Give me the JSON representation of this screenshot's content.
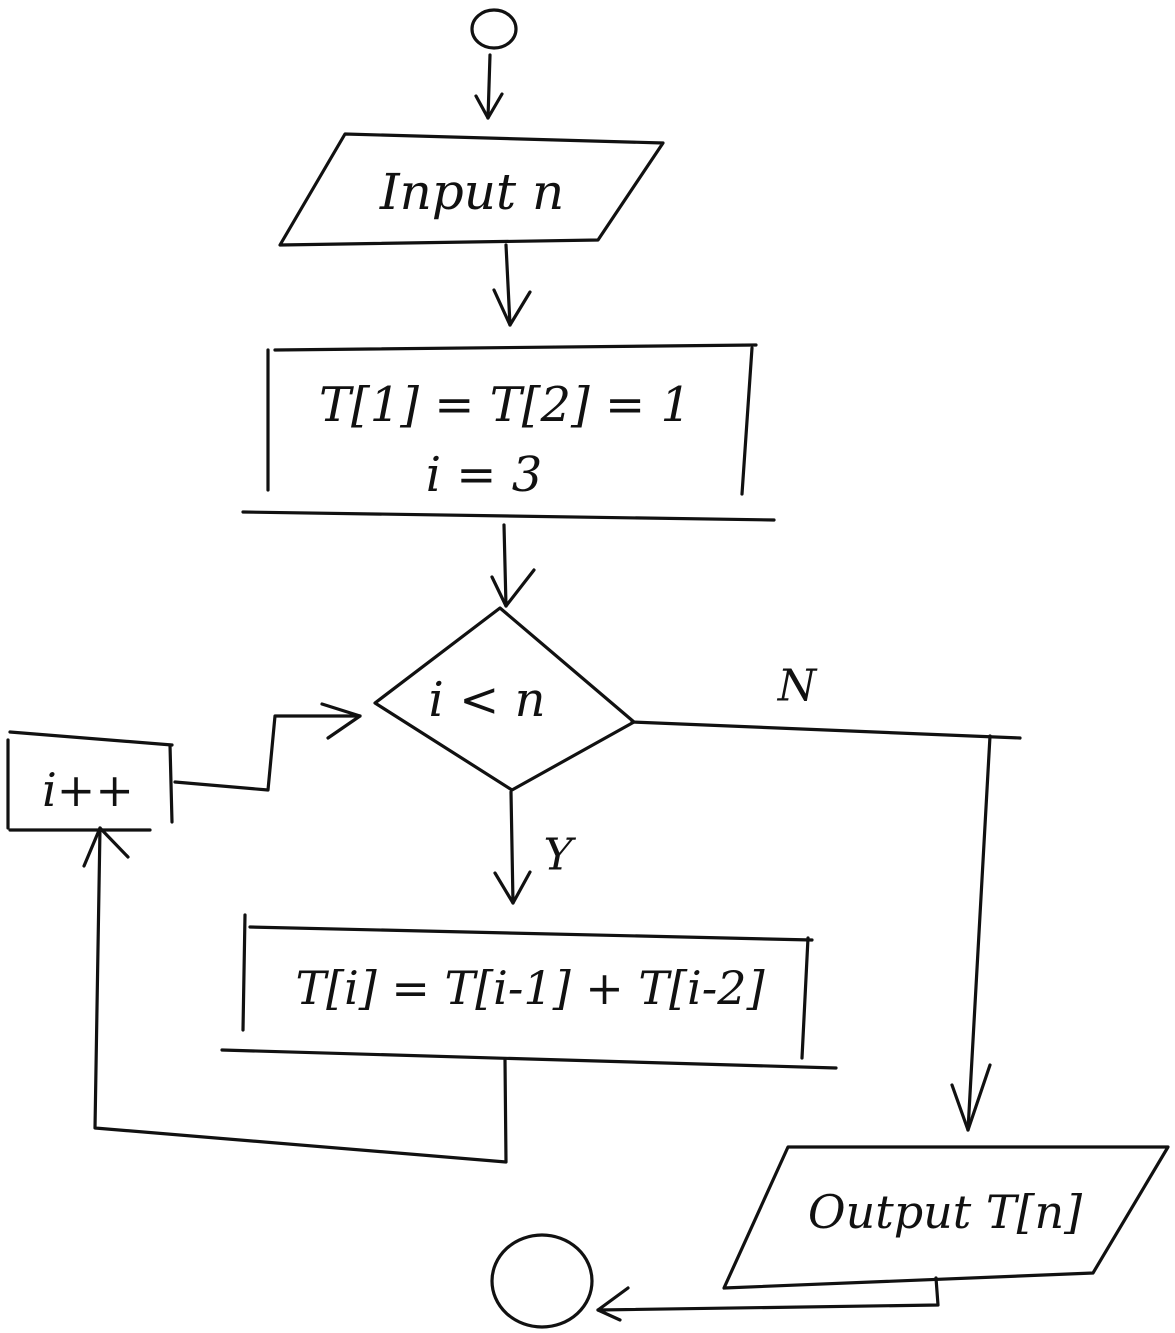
{
  "flowchart": {
    "input_label": "Input n",
    "init_line1": "T[1] = T[2] = 1",
    "init_line2": "i = 3",
    "condition": "i < n",
    "yes_label": "Y",
    "no_label": "N",
    "body": "T[i] = T[i-1] + T[i-2]",
    "increment": "i++",
    "output_label": "Output T[n]"
  }
}
